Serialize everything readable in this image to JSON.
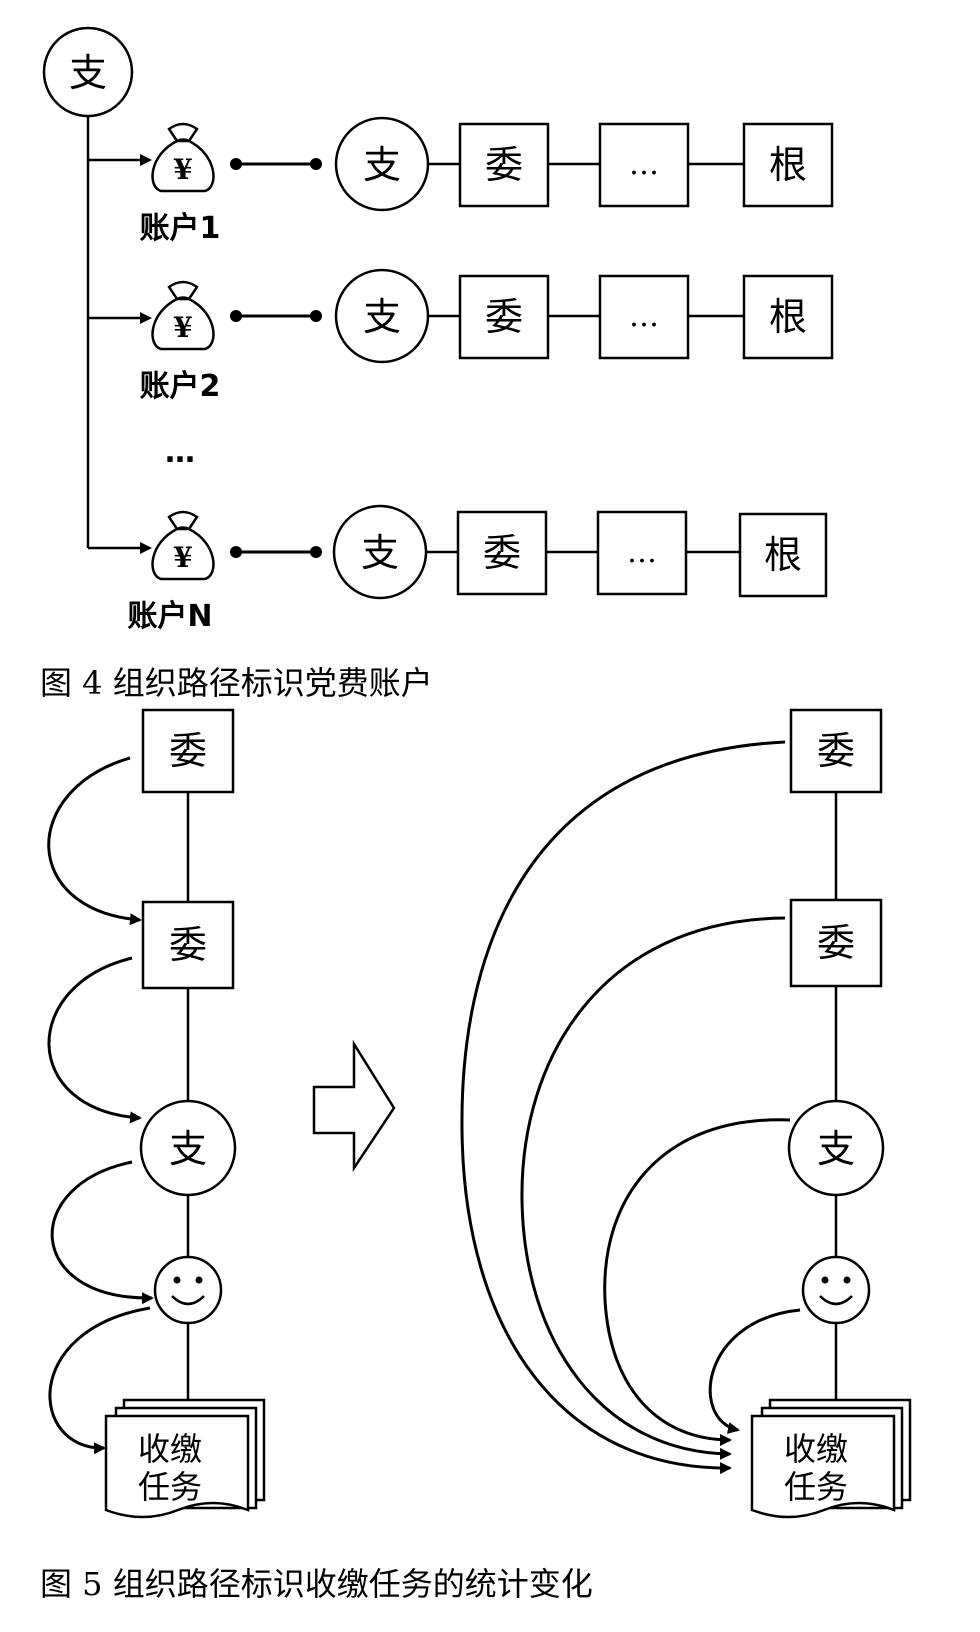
{
  "fig4": {
    "root_label": "支",
    "rows": [
      {
        "account": "账户1",
        "path": [
          "支",
          "委",
          "…",
          "根"
        ]
      },
      {
        "account": "账户2",
        "path": [
          "支",
          "委",
          "…",
          "根"
        ]
      },
      {
        "account": "账户N",
        "path": [
          "支",
          "委",
          "…",
          "根"
        ]
      }
    ],
    "ellipsis": "…",
    "money_symbol": "¥",
    "caption": "图 4  组织路径标识党费账户"
  },
  "fig5": {
    "left": {
      "nodes": [
        "委",
        "委",
        "支"
      ],
      "task": [
        "收缴",
        "任务"
      ]
    },
    "right": {
      "nodes": [
        "委",
        "委",
        "支"
      ],
      "task": [
        "收缴",
        "任务"
      ]
    },
    "caption": "图 5  组织路径标识收缴任务的统计变化"
  }
}
